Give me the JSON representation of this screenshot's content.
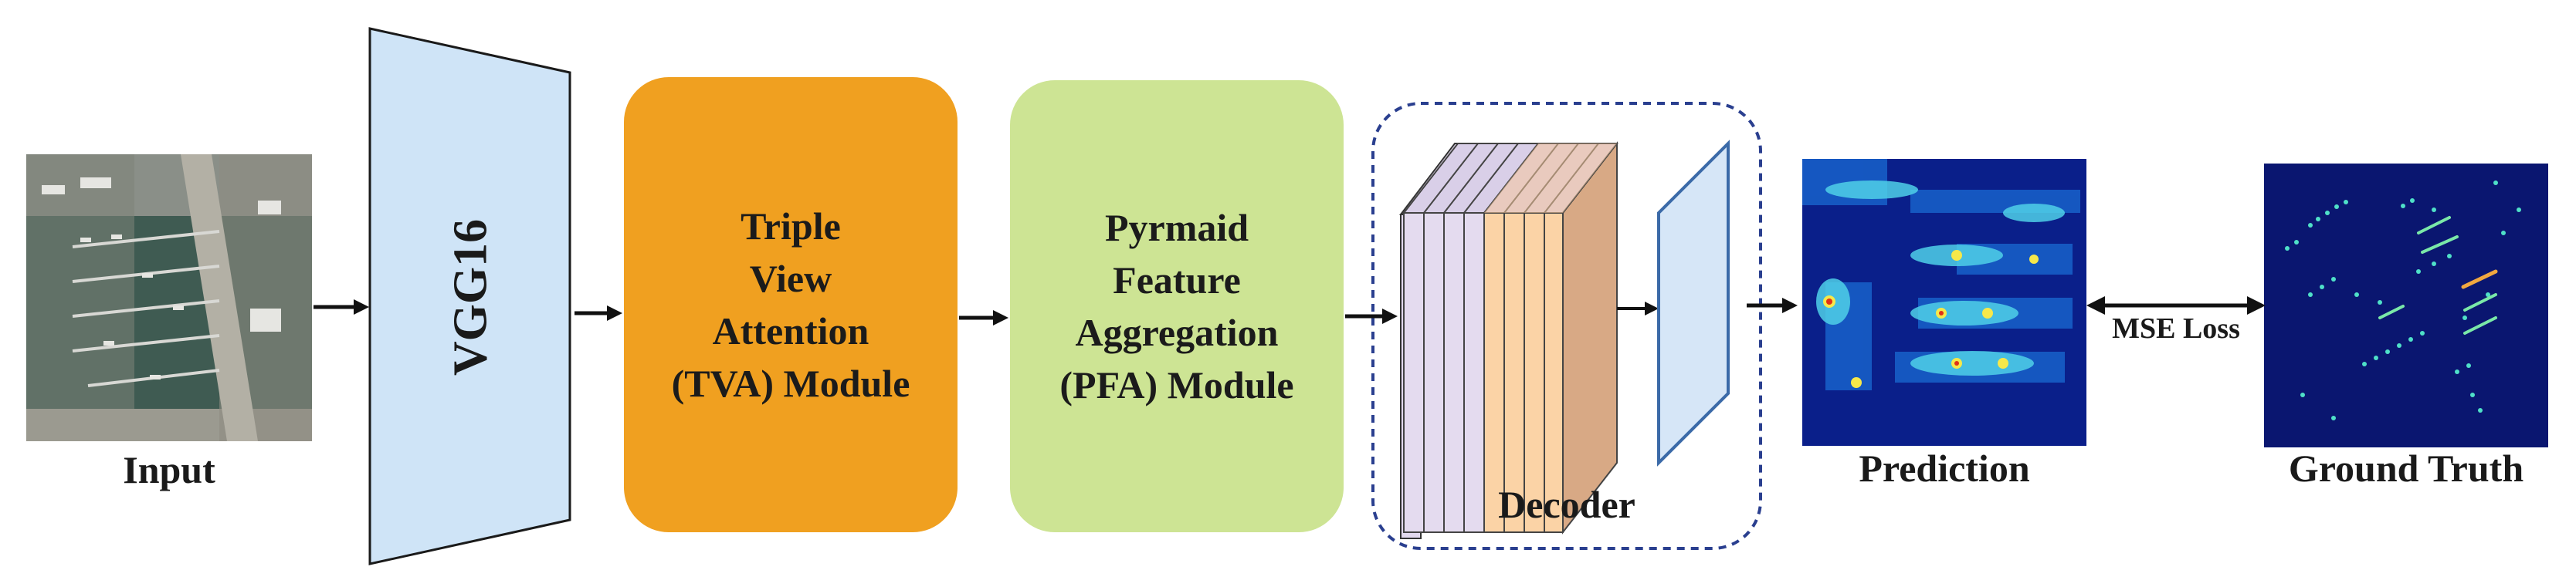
{
  "input": {
    "label": "Input"
  },
  "backbone": {
    "label": "VGG16",
    "color": "#cfe4f7"
  },
  "tva": {
    "lines": [
      "Triple",
      "View",
      "Attention",
      "(TVA) Module"
    ],
    "color": "#f0a020"
  },
  "pfa": {
    "lines": [
      "Pyrmaid",
      "Feature",
      "Aggregation",
      "(PFA) Module"
    ],
    "color": "#cde494"
  },
  "decoder": {
    "label": "Decoder"
  },
  "prediction": {
    "label": "Prediction"
  },
  "loss": {
    "label": "MSE Loss"
  },
  "ground_truth": {
    "label": "Ground Truth"
  },
  "colors": {
    "arrow": "#111111",
    "dashed_border": "#2a3f8f",
    "heatmap_bg": "#0a1f8a",
    "gt_bg": "#0a1670"
  }
}
